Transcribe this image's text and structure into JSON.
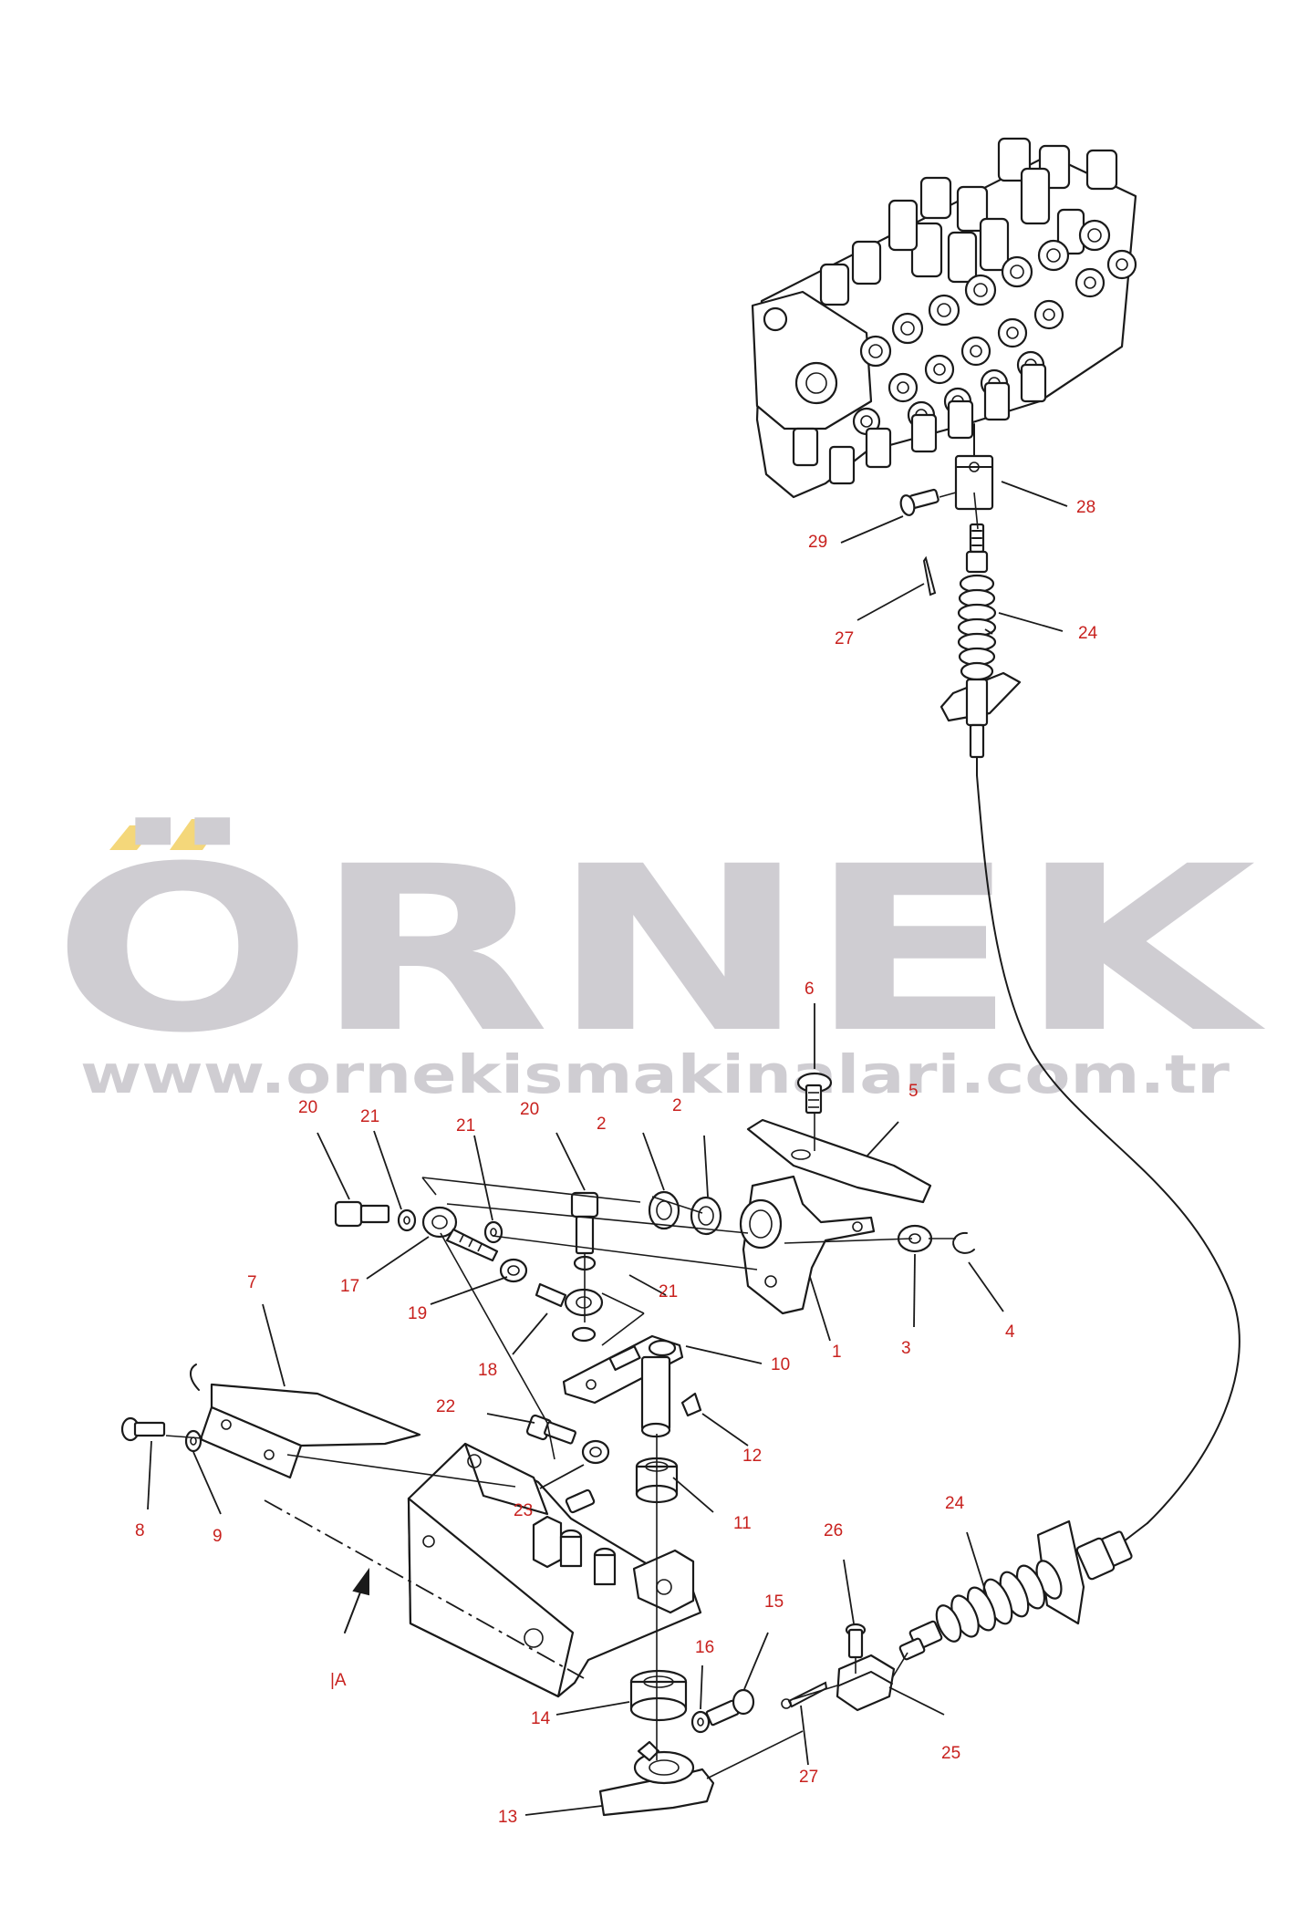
{
  "watermark": {
    "brand": "ÖRNEK",
    "url": "www.ornekismakinalari.com.tr",
    "text_color": "#cfcdd2",
    "accent_color": "#f4d77a"
  },
  "callout_color": "#c8211e",
  "callouts": {
    "c1": "1",
    "c2a": "2",
    "c2b": "2",
    "c3": "3",
    "c4": "4",
    "c5": "5",
    "c6": "6",
    "c7": "7",
    "c8": "8",
    "c9": "9",
    "c10": "10",
    "c11": "11",
    "c12": "12",
    "c13": "13",
    "c14": "14",
    "c15": "15",
    "c16": "16",
    "c17": "17",
    "c18": "18",
    "c19": "19",
    "c20a": "20",
    "c20b": "20",
    "c21a": "21",
    "c21b": "21",
    "c21c": "21",
    "c22": "22",
    "c23": "23",
    "c24a": "24",
    "c24b": "24",
    "c25": "25",
    "c26": "26",
    "c27a": "27",
    "c27b": "27",
    "c28": "28",
    "c29": "29",
    "view_a": "|A"
  }
}
